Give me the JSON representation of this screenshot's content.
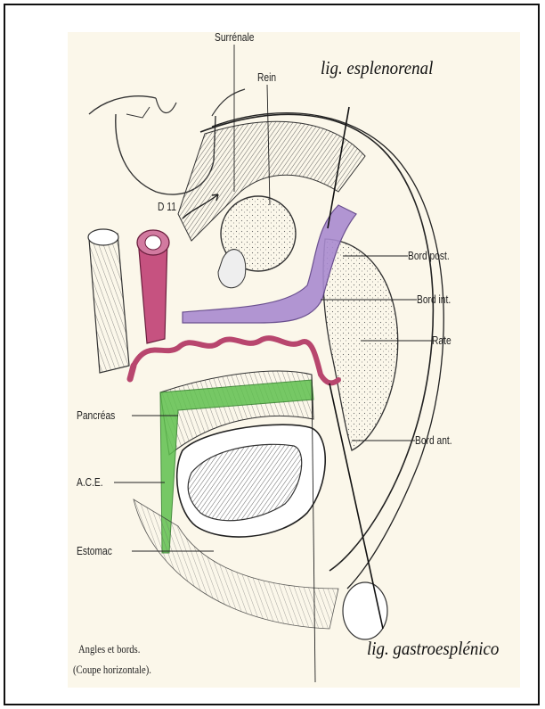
{
  "labels": {
    "surrenale": "Surrénale",
    "rein": "Rein",
    "d11": "D 11",
    "lig_esplenorenal": "lig. esplenorenal",
    "bord_post": "Bord post.",
    "bord_int": "Bord int.",
    "rate": "Rate",
    "pancreas": "Pancréas",
    "ace": "A.C.E.",
    "bord_ant": "Bord ant.",
    "estomac": "Estomac",
    "lig_gastroesplenico": "lig. gastroesplénico"
  },
  "caption": {
    "line1": "Angles et bords.",
    "line2": "(Coupe horizontale)."
  },
  "colors": {
    "vessel_pink": "#b8466e",
    "ligament_purple": "#a98bd0",
    "mesentery_green": "#5fc04e",
    "paper": "#fbf7ea",
    "ink": "#222222"
  }
}
